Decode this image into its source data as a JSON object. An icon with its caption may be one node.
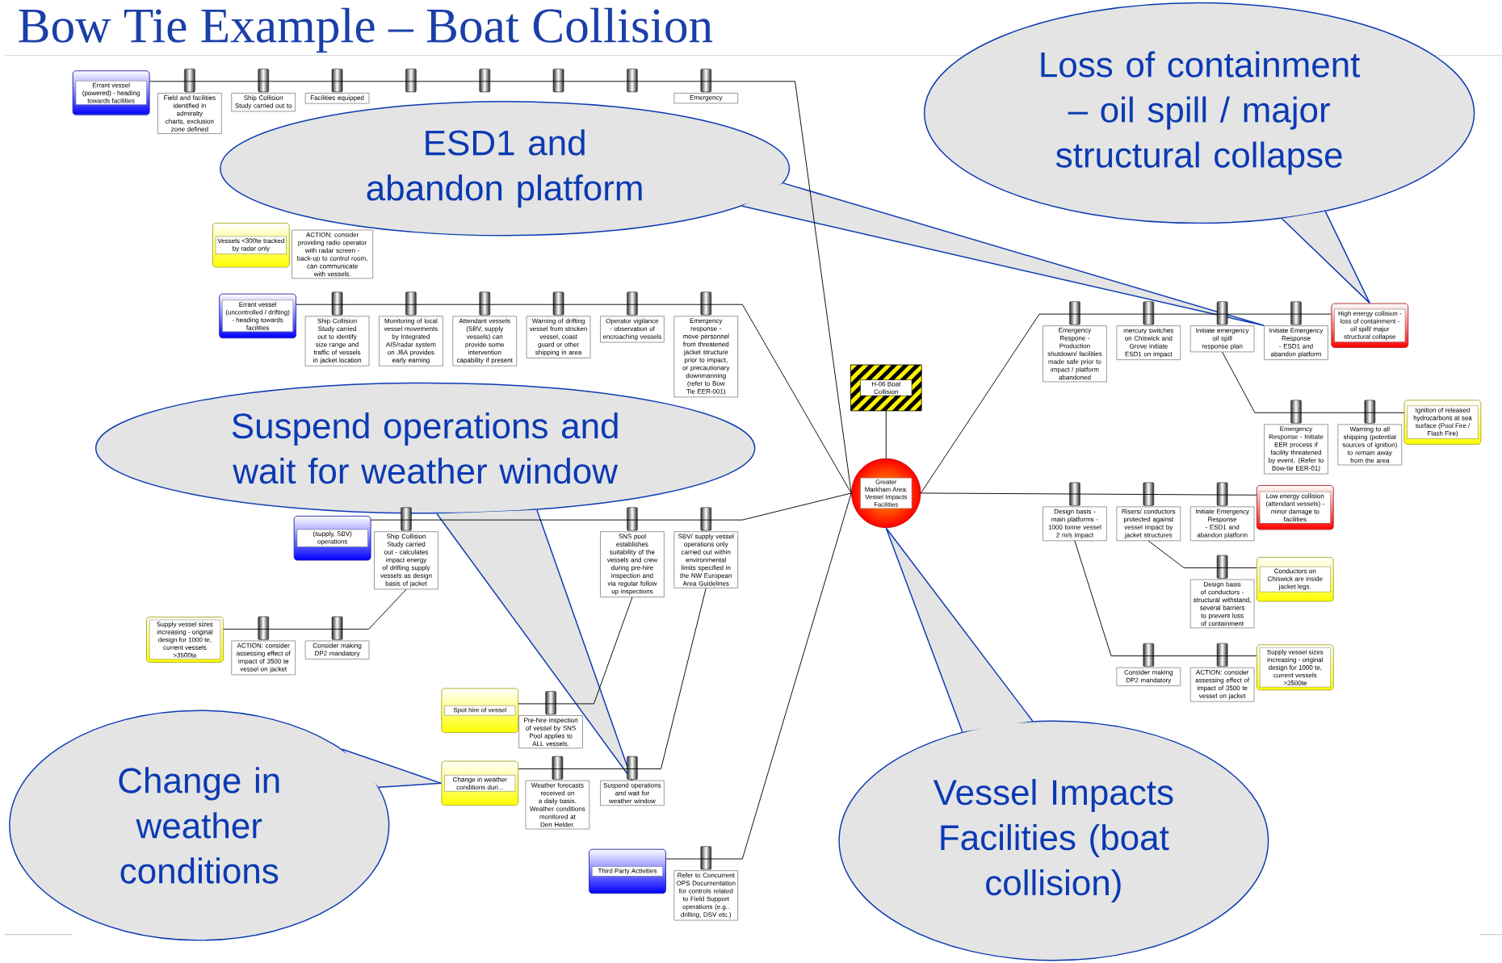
{
  "diagram": {
    "title": "Bow Tie Example – Boat Collision",
    "nodes": [
      {
        "text": [
          "Errant vessel (powered) - heading towards facilities"
        ]
      },
      {
        "text": [
          "Field and facilities identified in admiralty charts, exclusion zone defined"
        ]
      },
      {
        "text": [
          "Ship Collision Study carried out to"
        ]
      },
      {
        "text": [
          "Facilities equipped"
        ]
      },
      {
        "text": [
          "Emergency"
        ]
      },
      {
        "text": [
          "Vessels <300te tracked by radar only"
        ]
      },
      {
        "text": [
          "ACTION: consider providing radio operator with radar screen - back-up to control room, can communicate with vessels."
        ]
      },
      {
        "text": [
          "Errant vessel (uncontrolled / drifting) - heading towards facilities"
        ]
      },
      {
        "text": [
          "Ship Collision Study carried out to identify size range and traffic of vessels in jacket location"
        ]
      },
      {
        "text": [
          "Monitoring of local vessel movements by Integrated AIS/radar system on J6A provides early earning"
        ]
      },
      {
        "text": [
          "Attendant vessels (SBV, supply vessels) can provide some intervention capability if present"
        ]
      },
      {
        "text": [
          "Warning of drifting vessel from stricken vessel, coast guard or other shipping in area"
        ]
      },
      {
        "text": [
          "Operator vigilance - observation of encroaching vessels"
        ]
      },
      {
        "text": [
          "Emergency response - move personnel from threatened jacket structure prior to impact, or precautionary downmanning (refer to Bow Tie EER-001)"
        ]
      },
      {
        "text": [
          "(supply, SBV) operations"
        ]
      },
      {
        "text": [
          "Ship Collision Study carried out - calculates impact energy of drifting supply vessels as design basis of jacket"
        ]
      },
      {
        "text": [
          "SNS pool establishes suitability of the vessels and crew during pre-hire inspection and via regular follow up inspections"
        ]
      },
      {
        "text": [
          "SBV/ supply vessel operations only carried out within environmental limits specified in the NW European Area Guidelines"
        ]
      },
      {
        "text": [
          "Supply vessel sizes increasing - original design for 1000 te, current vessels >3500te"
        ]
      },
      {
        "text": [
          "ACTION: consider assessing effect of impact of 3500 te vessel on jacket"
        ]
      },
      {
        "text": [
          "Consider making DP2 mandatory"
        ]
      },
      {
        "text": [
          "Spot hire of vessel"
        ]
      },
      {
        "text": [
          "Pre-hire inspection of vessel by SNS Pool applies to ALL vessels."
        ]
      },
      {
        "text": [
          "Change in weather conditions duri..."
        ]
      },
      {
        "text": [
          "Weather forecasts received on a daily basis. Weather conditions monitored at Den Helder."
        ]
      },
      {
        "text": [
          "Suspend operations and wait for weather window"
        ]
      },
      {
        "text": [
          "Third Party Activities"
        ]
      },
      {
        "text": [
          "Refer to Concurrent OPS Documentation for controls related to Field Support operations (e.g.. drilling, DSV etc.)"
        ]
      },
      {
        "text": [
          "H-06 Boat Collision"
        ]
      },
      {
        "text": [
          "Greater Markham Area: Vessel Impacts Facilities"
        ]
      },
      {
        "text": [
          "Emergency Respone - Production shutdown/ facilities made safe prior to impact / platform abandoned"
        ]
      },
      {
        "text": [
          "mercury switches on Chiswick and Grove initiate ESD1 on impact"
        ]
      },
      {
        "text": [
          "Initiate emergency oil spill response plan"
        ]
      },
      {
        "text": [
          "Initiate Emergency Response - ESD1 and abandon platform"
        ]
      },
      {
        "text": [
          "High energy collision - loss of containment - oil spill/ major structural collapse"
        ]
      },
      {
        "text": [
          "Emergency Response - Initiate EER process if facility threatened by event. (Refer to Bow-tie EER-01)"
        ]
      },
      {
        "text": [
          "Warning to all shipping (potential sources of ignition) to remain away from the area"
        ]
      },
      {
        "text": [
          "Ignition of released hydrocarbons at sea surface (Pool Fire / Flash Fire)"
        ]
      },
      {
        "text": [
          "Design basis - main platforms - 1000 tonne vessel 2 m/s impact"
        ]
      },
      {
        "text": [
          "Risers/ conductors protected against vessel impact by jacket structures"
        ]
      },
      {
        "text": [
          "Initiate Emergency Response - ESD1 and abandon platform"
        ]
      },
      {
        "text": [
          "Low energy collision (attendant vessels) - minor damage to facilities"
        ]
      },
      {
        "text": [
          "Design basis of conductors - structural withstand, several barriers to prevent loss of containment"
        ]
      },
      {
        "text": [
          "Conductors on Chiswick are inside jacket legs."
        ]
      },
      {
        "text": [
          "Consider making DP2 mandatory"
        ]
      },
      {
        "text": [
          "ACTION: consider assessing effect of impact of 3500 te vessel on jacket"
        ]
      },
      {
        "text": [
          "Supply vessel sizes increasing - original design for 1000 te, current vessels >3500te"
        ]
      },
      {
        "text": [
          "ESD1 and abandon platform"
        ]
      },
      {
        "text": [
          "Loss of containment – oil spill / major structural collapse"
        ]
      },
      {
        "text": [
          "Suspend operations and wait for weather window"
        ]
      },
      {
        "text": [
          "Change in weather conditions"
        ]
      },
      {
        "text": [
          "Vessel Impacts Facilities (boat collision)"
        ]
      }
    ],
    "edges": [
      {
        "from": 0,
        "to": 29,
        "arrow": "none"
      },
      {
        "from": 7,
        "to": 29,
        "arrow": "none"
      },
      {
        "from": 14,
        "to": 29,
        "arrow": "none"
      },
      {
        "from": 26,
        "to": 29,
        "arrow": "none"
      },
      {
        "from": 28,
        "to": 29,
        "arrow": "none"
      },
      {
        "from": 29,
        "to": 34,
        "arrow": "none"
      },
      {
        "from": 29,
        "to": 41,
        "arrow": "none"
      },
      {
        "from": 18,
        "to": 15,
        "arrow": "none"
      },
      {
        "from": 21,
        "to": 16,
        "arrow": "none"
      },
      {
        "from": 23,
        "to": 17,
        "arrow": "none"
      },
      {
        "from": 37,
        "to": 32,
        "arrow": "none"
      },
      {
        "from": 43,
        "to": 39,
        "arrow": "none"
      },
      {
        "from": 46,
        "to": 38,
        "arrow": "none"
      },
      {
        "from": 47,
        "to": 33,
        "arrow": "none",
        "color": "#0b3ab3"
      },
      {
        "from": 48,
        "to": 34,
        "arrow": "none",
        "color": "#0b3ab3"
      },
      {
        "from": 49,
        "to": 25,
        "arrow": "none",
        "color": "#0b3ab3"
      },
      {
        "from": 50,
        "to": 23,
        "arrow": "none",
        "color": "#0b3ab3"
      },
      {
        "from": 51,
        "to": 29,
        "arrow": "none",
        "color": "#0b3ab3"
      }
    ]
  }
}
